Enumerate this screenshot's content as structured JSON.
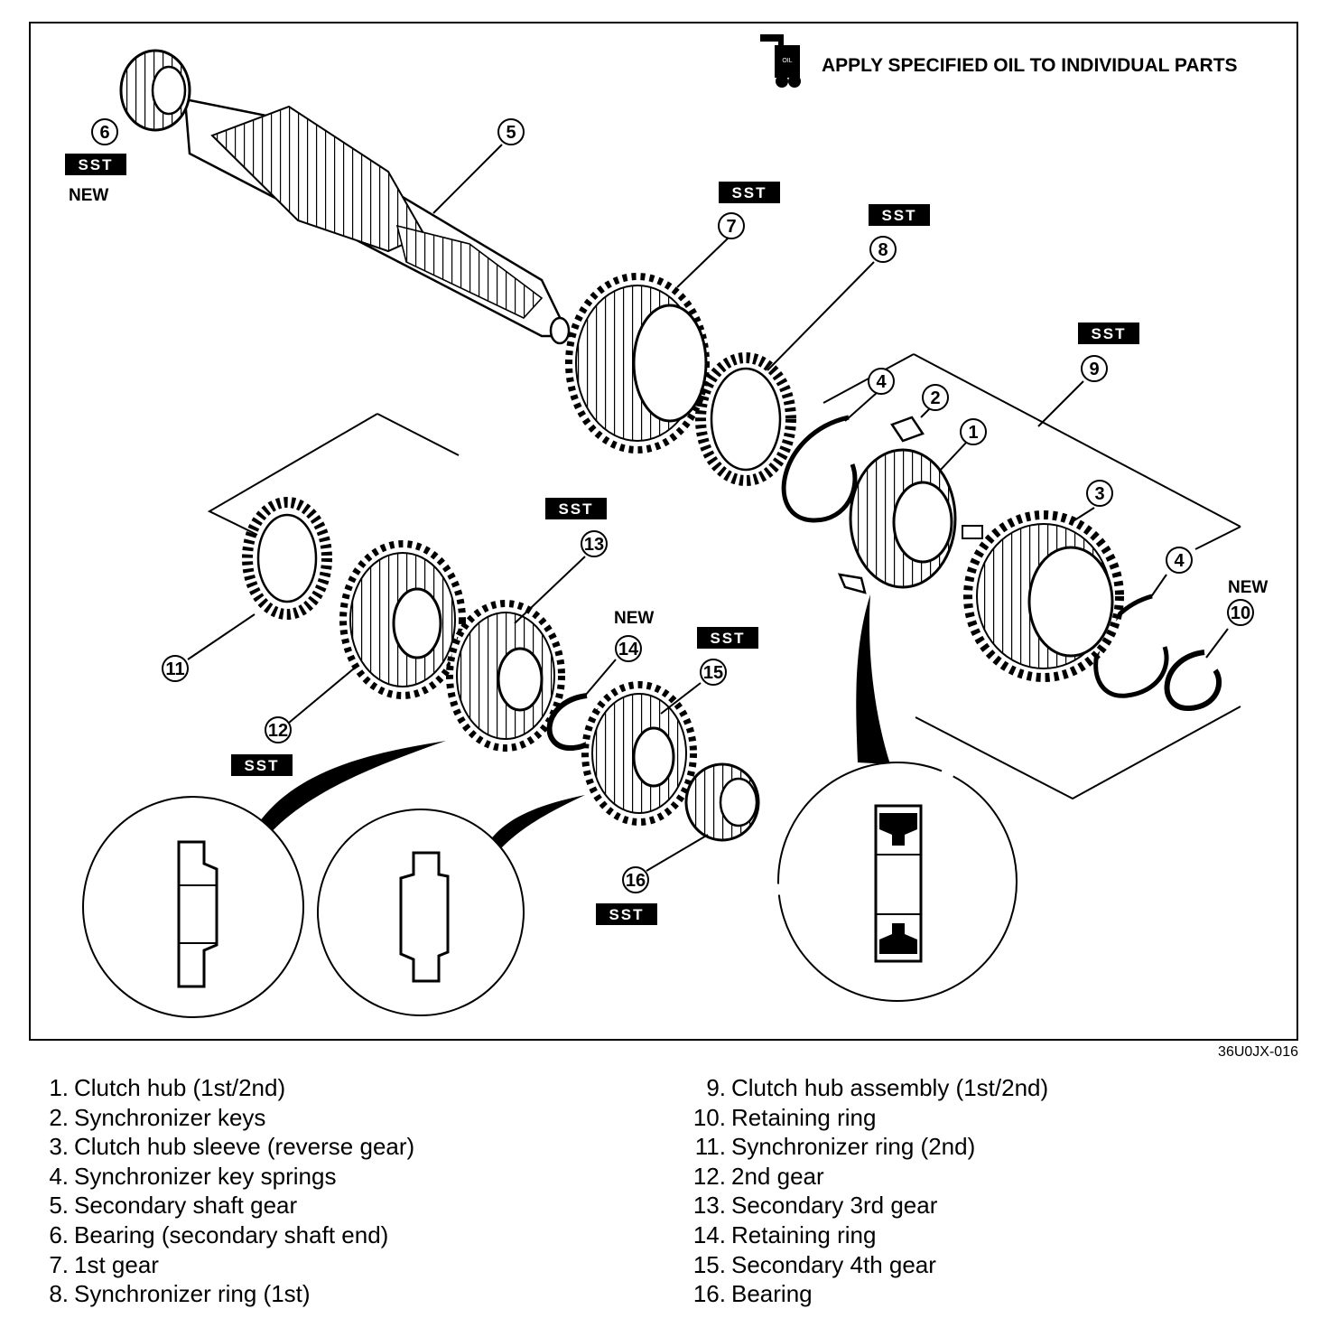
{
  "oil_note": "APPLY SPECIFIED OIL TO INDIVIDUAL PARTS",
  "oil_icon_label": "OIL",
  "figure_code": "36U0JX-016",
  "tag_sst": "SST",
  "tag_new": "NEW",
  "callouts": [
    "1",
    "2",
    "3",
    "4",
    "5",
    "6",
    "7",
    "8",
    "9",
    "10",
    "11",
    "12",
    "13",
    "14",
    "15",
    "16"
  ],
  "legend": [
    {
      "num": "1.",
      "text": "Clutch hub (1st/2nd)"
    },
    {
      "num": "2.",
      "text": "Synchronizer keys"
    },
    {
      "num": "3.",
      "text": "Clutch hub sleeve (reverse gear)"
    },
    {
      "num": "4.",
      "text": "Synchronizer key springs"
    },
    {
      "num": "5.",
      "text": "Secondary shaft gear"
    },
    {
      "num": "6.",
      "text": "Bearing (secondary shaft end)"
    },
    {
      "num": "7.",
      "text": "1st gear"
    },
    {
      "num": "8.",
      "text": "Synchronizer ring (1st)"
    },
    {
      "num": "9.",
      "text": "Clutch hub assembly (1st/2nd)"
    },
    {
      "num": "10.",
      "text": "Retaining ring"
    },
    {
      "num": "11.",
      "text": "Synchronizer ring (2nd)"
    },
    {
      "num": "12.",
      "text": "2nd gear"
    },
    {
      "num": "13.",
      "text": "Secondary 3rd gear"
    },
    {
      "num": "14.",
      "text": "Retaining ring"
    },
    {
      "num": "15.",
      "text": "Secondary 4th gear"
    },
    {
      "num": "16.",
      "text": "Bearing"
    }
  ]
}
